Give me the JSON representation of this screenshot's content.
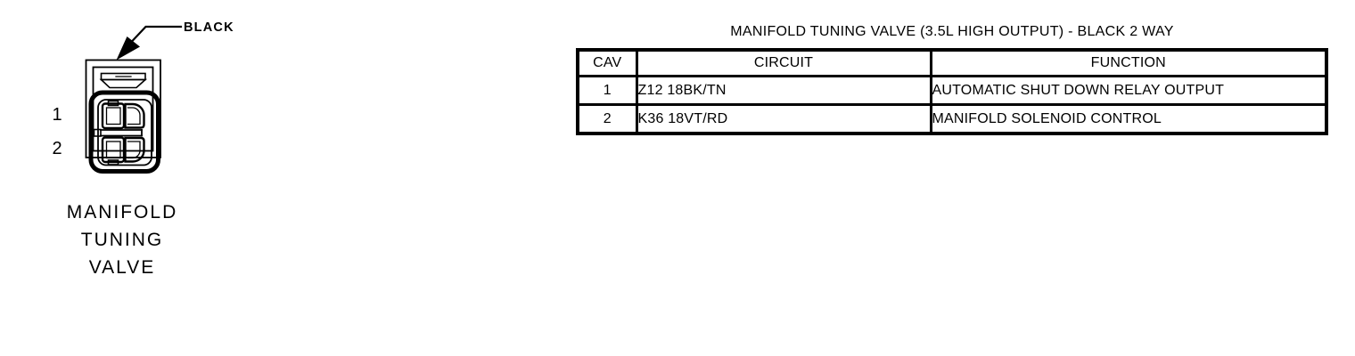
{
  "page": {
    "background": "#ffffff",
    "ink": "#000000"
  },
  "connector_figure": {
    "color_label": "BLACK",
    "pins": [
      "1",
      "2"
    ],
    "caption_lines": [
      "MANIFOLD",
      "TUNING",
      "VALVE"
    ]
  },
  "pinout_table": {
    "title": "MANIFOLD TUNING VALVE (3.5L HIGH OUTPUT) - BLACK 2 WAY",
    "columns": [
      "CAV",
      "CIRCUIT",
      "FUNCTION"
    ],
    "rows": [
      {
        "cav": "1",
        "circuit": "Z12 18BK/TN",
        "function": "AUTOMATIC SHUT DOWN RELAY OUTPUT"
      },
      {
        "cav": "2",
        "circuit": "K36 18VT/RD",
        "function": "MANIFOLD SOLENOID CONTROL"
      }
    ]
  }
}
